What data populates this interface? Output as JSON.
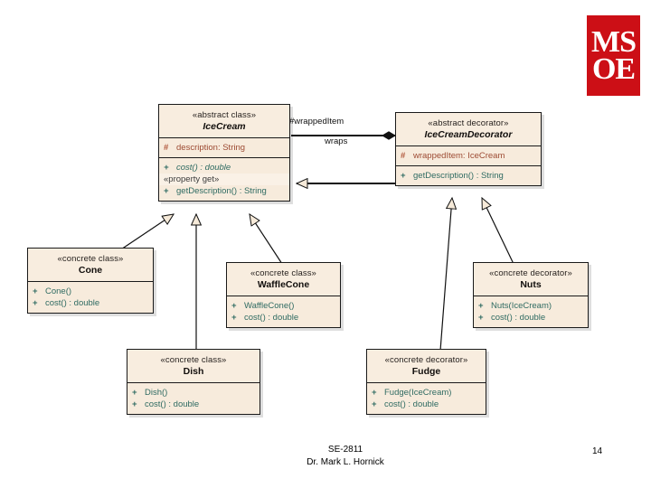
{
  "slide": {
    "footer_line1": "SE-2811",
    "footer_line2": "Dr. Mark L. Hornick",
    "page_number": "14",
    "logo_line1": "MS",
    "logo_line2": "OE",
    "logo_color": "#cc0f16"
  },
  "diagram": {
    "type": "uml-class-diagram",
    "box_fill": "#f6ead9",
    "attribute_color": "#9d4b33",
    "operation_color": "#2f6b62",
    "classes": [
      {
        "id": "icecream",
        "stereotype": "«abstract class»",
        "name": "IceCream",
        "attributes": [
          {
            "visibility": "#",
            "text": "description:  String"
          }
        ],
        "operations": [
          {
            "visibility": "+",
            "text": "cost() : double",
            "italic": true
          },
          {
            "property_stereotype": "«property get»"
          },
          {
            "visibility": "+",
            "text": "getDescription() : String",
            "italic": false
          }
        ]
      },
      {
        "id": "icecreamdecorator",
        "stereotype": "«abstract decorator»",
        "name": "IceCreamDecorator",
        "attributes": [
          {
            "visibility": "#",
            "text": "wrappedItem:  IceCream"
          }
        ],
        "operations": [
          {
            "visibility": "+",
            "text": "getDescription() : String",
            "italic": false
          }
        ]
      },
      {
        "id": "cone",
        "stereotype": "«concrete class»",
        "name": "Cone",
        "operations": [
          {
            "visibility": "+",
            "text": "Cone()"
          },
          {
            "visibility": "+",
            "text": "cost() : double"
          }
        ]
      },
      {
        "id": "wafflecone",
        "stereotype": "«concrete class»",
        "name": "WaffleCone",
        "operations": [
          {
            "visibility": "+",
            "text": "WaffleCone()"
          },
          {
            "visibility": "+",
            "text": "cost() : double"
          }
        ]
      },
      {
        "id": "dish",
        "stereotype": "«concrete class»",
        "name": "Dish",
        "operations": [
          {
            "visibility": "+",
            "text": "Dish()"
          },
          {
            "visibility": "+",
            "text": "cost() : double"
          }
        ]
      },
      {
        "id": "nuts",
        "stereotype": "«concrete decorator»",
        "name": "Nuts",
        "operations": [
          {
            "visibility": "+",
            "text": "Nuts(IceCream)"
          },
          {
            "visibility": "+",
            "text": "cost() : double"
          }
        ]
      },
      {
        "id": "fudge",
        "stereotype": "«concrete decorator»",
        "name": "Fudge",
        "operations": [
          {
            "visibility": "+",
            "text": "Fudge(IceCream)"
          },
          {
            "visibility": "+",
            "text": "cost() : double"
          }
        ]
      }
    ],
    "association": {
      "role_label": "#wrappedItem",
      "name_label": "wraps",
      "from": "icecreamdecorator",
      "to": "icecream",
      "kind": "composition"
    },
    "generalizations": [
      {
        "from": "cone",
        "to": "icecream"
      },
      {
        "from": "dish",
        "to": "icecream"
      },
      {
        "from": "wafflecone",
        "to": "icecream"
      },
      {
        "from": "icecreamdecorator",
        "to": "icecream"
      },
      {
        "from": "fudge",
        "to": "icecreamdecorator"
      },
      {
        "from": "nuts",
        "to": "icecreamdecorator"
      }
    ]
  }
}
